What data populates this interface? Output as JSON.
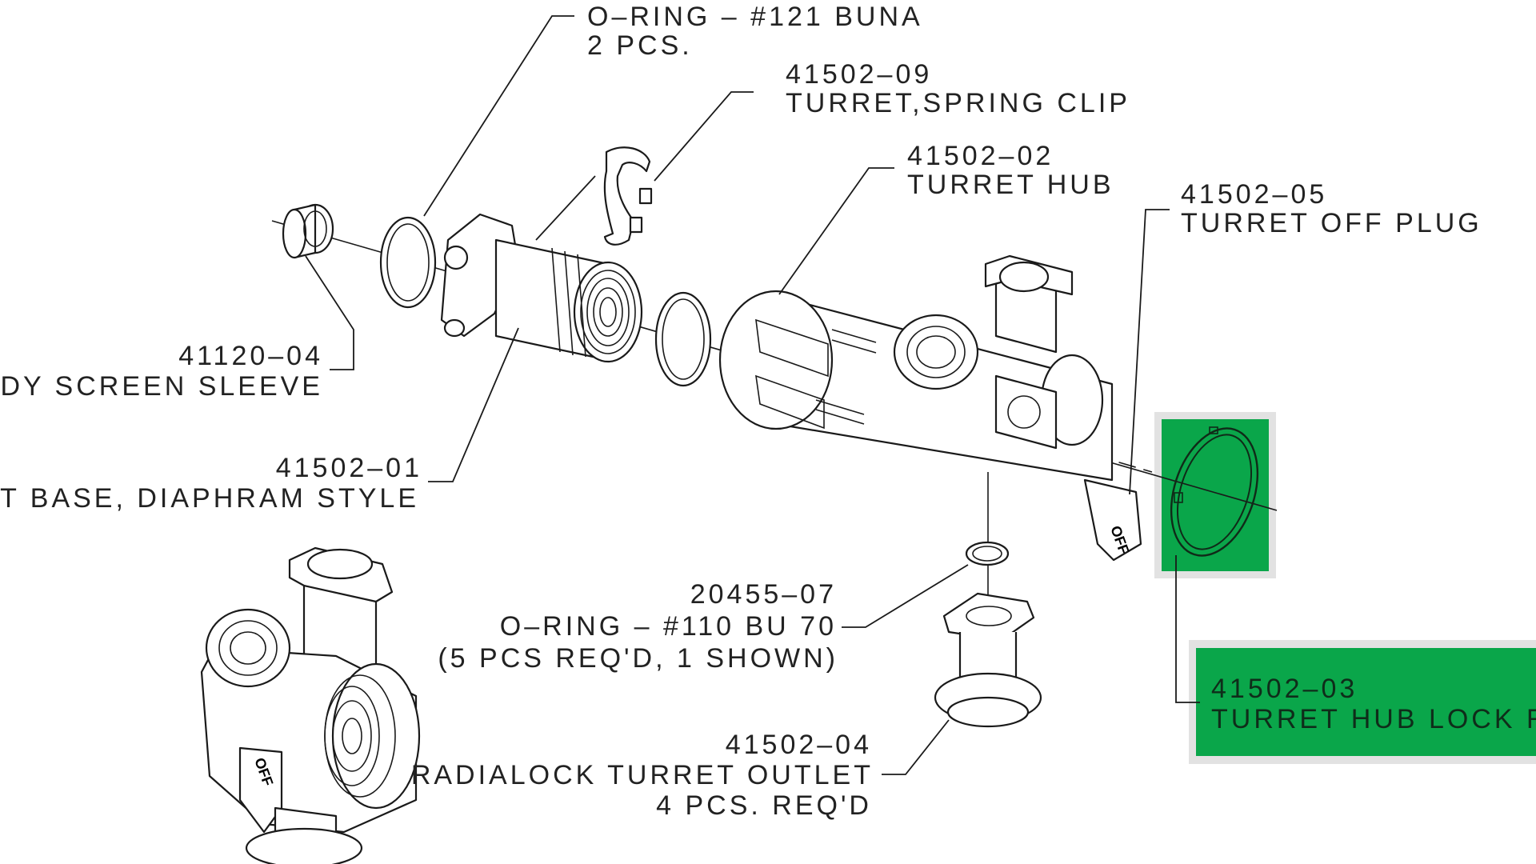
{
  "callouts": {
    "oring_121": {
      "line1": "O–RING – #121 BUNA",
      "line2": "2 PCS."
    },
    "spring_clip": {
      "line1": "41502–09",
      "line2": "TURRET,SPRING CLIP"
    },
    "turret_hub": {
      "line1": "41502–02",
      "line2": "TURRET HUB"
    },
    "off_plug": {
      "line1": "41502–05",
      "line2": "TURRET OFF PLUG"
    },
    "body_screen": {
      "line1": "41120–04",
      "line2": "BODY SCREEN SLEEVE"
    },
    "turret_base": {
      "line1": "41502–01",
      "line2": "TURRET BASE, DIAPHRAM STYLE"
    },
    "oring_110": {
      "line1": "20455–07",
      "line2": "O–RING – #110 BU 70",
      "line3": "(5 PCS REQ'D, 1 SHOWN)"
    },
    "outlet": {
      "line1": "41502–04",
      "line2": "RADIALOCK TURRET OUTLET",
      "line3": "4 PCS. REQ'D"
    },
    "lock_ring": {
      "line1": "41502–03",
      "line2": "TURRET HUB LOCK RING"
    }
  },
  "off_glyph": "OFF",
  "colors": {
    "highlight_green": "#0aa64a",
    "highlight_border": "#d9d9d9",
    "line": "#1a1a1a"
  }
}
